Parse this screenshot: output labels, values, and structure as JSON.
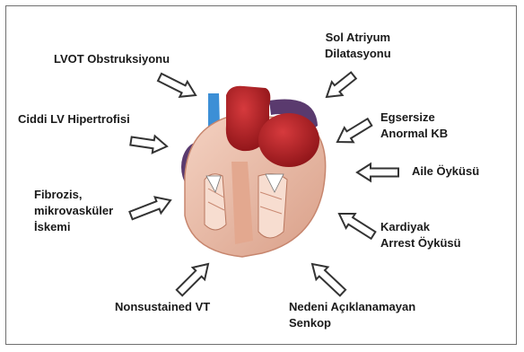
{
  "labels": {
    "lvot": "LVOT Obstruksiyonu",
    "sol_atriyum_1": "Sol Atriyum",
    "sol_atriyum_2": "Dilatasyonu",
    "ciddi_lv": "Ciddi LV Hipertrofisi",
    "egsersize_1": "Egsersize",
    "egsersize_2": "Anormal KB",
    "aile": "Aile Öyküsü",
    "fibrozis_1": "Fibrozis,",
    "fibrozis_2": "mikrovasküler",
    "fibrozis_3": "İskemi",
    "kardiyak_1": "Kardiyak",
    "kardiyak_2": "Arrest Öyküsü",
    "nonsustained": "Nonsustained VT",
    "nedeni_1": "Nedeni Açıklanamayan",
    "nedeni_2": "Senkop"
  },
  "colors": {
    "arrow_stroke": "#333333",
    "arrow_fill": "#ffffff",
    "myocardium": "#e9b9a3",
    "vessel_red": "#b52025",
    "vessel_purple": "#5a3a6e",
    "vessel_blue": "#3c8fd6"
  }
}
